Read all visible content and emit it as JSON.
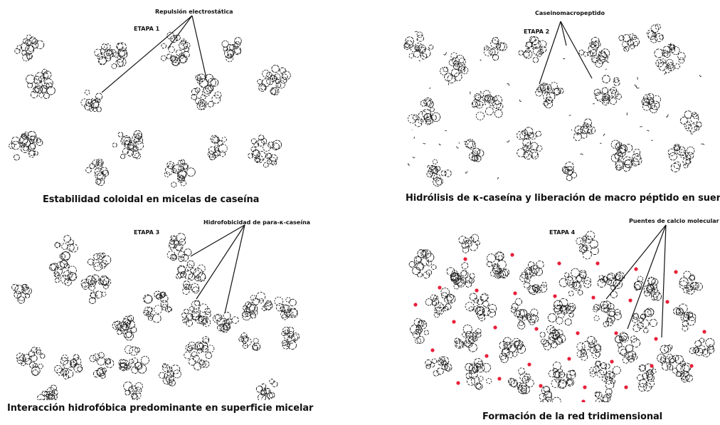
{
  "panels": [
    {
      "etapa": "ETAPA 1",
      "annotation": "Repulsión electrostática",
      "caption": "Estabilidad coloidal en micelas de caseína"
    },
    {
      "etapa": "ETAPA 2",
      "annotation": "Caseinomacropeptido",
      "caption": "Hidrólisis de κ-caseína y liberación de macro péptido en suero"
    },
    {
      "etapa": "ETAPA 3",
      "annotation": "Hidrofobicidad de para-κ-caseína",
      "caption": "Interacción hidrofóbica predominante en superficie micelar"
    },
    {
      "etapa": "ETAPA 4",
      "annotation": "Puentes de calcio molecular",
      "caption": "Formación de la red tridimensional"
    }
  ],
  "colors": {
    "micelle_stroke": "#1a1a1a",
    "calcium_bridge": "#e8203a",
    "background": "#ffffff"
  }
}
